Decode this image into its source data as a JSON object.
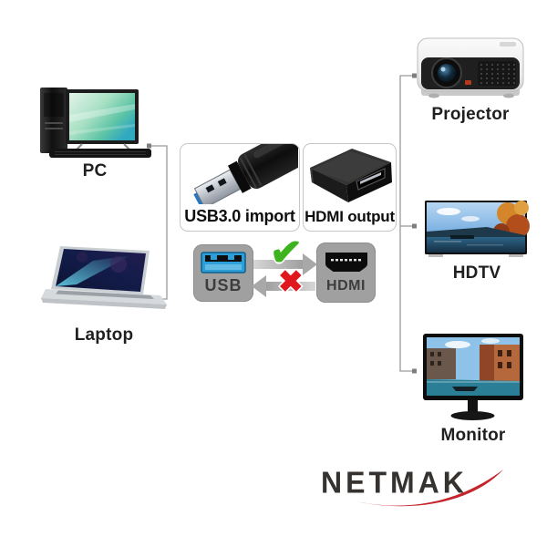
{
  "colors": {
    "background": "#ffffff",
    "connector_line": "#9a9a9a",
    "tile_gray": "#a0a0a0",
    "usb_port_blue": "#2d9fd8",
    "check_green": "#3db31e",
    "cross_red": "#e1171e",
    "logo_text": "#353230",
    "logo_swoosh": "#c6242b"
  },
  "sources": {
    "pc": {
      "label": "PC"
    },
    "laptop": {
      "label": "Laptop"
    }
  },
  "adapter": {
    "usb_caption": "USB3.0 import",
    "hdmi_caption": "HDMI output"
  },
  "compatibility": {
    "usb_label": "USB",
    "hdmi_label": "HDMI",
    "check_icon": "✔",
    "cross_icon": "✖"
  },
  "outputs": {
    "projector": {
      "label": "Projector"
    },
    "hdtv": {
      "label": "HDTV"
    },
    "monitor": {
      "label": "Monitor"
    }
  },
  "logo": {
    "brand": "NETMAK"
  }
}
